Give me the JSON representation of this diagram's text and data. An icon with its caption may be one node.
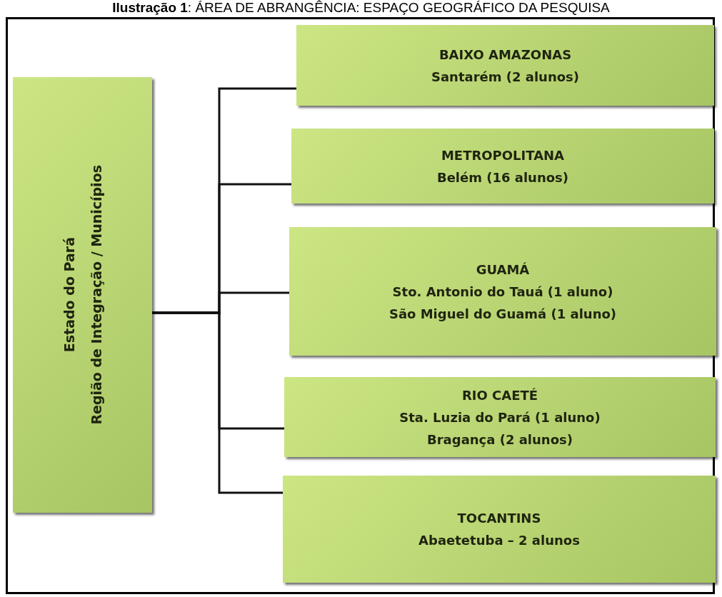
{
  "diagram": {
    "title": "**Ilustração 1**: ÁREA DE ABRANGÊNCIA: ESPAÇO GEOGRÁFICO DA PESQUISA",
    "nodes": [
      {
        "text": [
          "Estado do Pará",
          "Região de Integração / Municípios"
        ]
      },
      {
        "text": [
          "BAIXO AMAZONAS",
          "Santarém (2 alunos)"
        ]
      },
      {
        "text": [
          "METROPOLITANA",
          "Belém (16 alunos)"
        ]
      },
      {
        "text": [
          "GUAMÁ",
          "Sto. Antonio do Tauá (1 aluno)",
          "São Miguel do Guamá (1 aluno)"
        ]
      },
      {
        "text": [
          "RIO CAETÉ",
          "Sta. Luzia do Pará (1 aluno)",
          "Bragança (2 alunos)"
        ]
      },
      {
        "text": [
          "TOCANTINS",
          "Abaetetuba – 2 alunos"
        ]
      }
    ],
    "edges": [
      {
        "from": 0,
        "to": 1,
        "arrow": "none"
      },
      {
        "from": 0,
        "to": 2,
        "arrow": "none"
      },
      {
        "from": 0,
        "to": 3,
        "arrow": "none"
      },
      {
        "from": 0,
        "to": 4,
        "arrow": "none"
      },
      {
        "from": 0,
        "to": 5,
        "arrow": "none"
      }
    ]
  }
}
